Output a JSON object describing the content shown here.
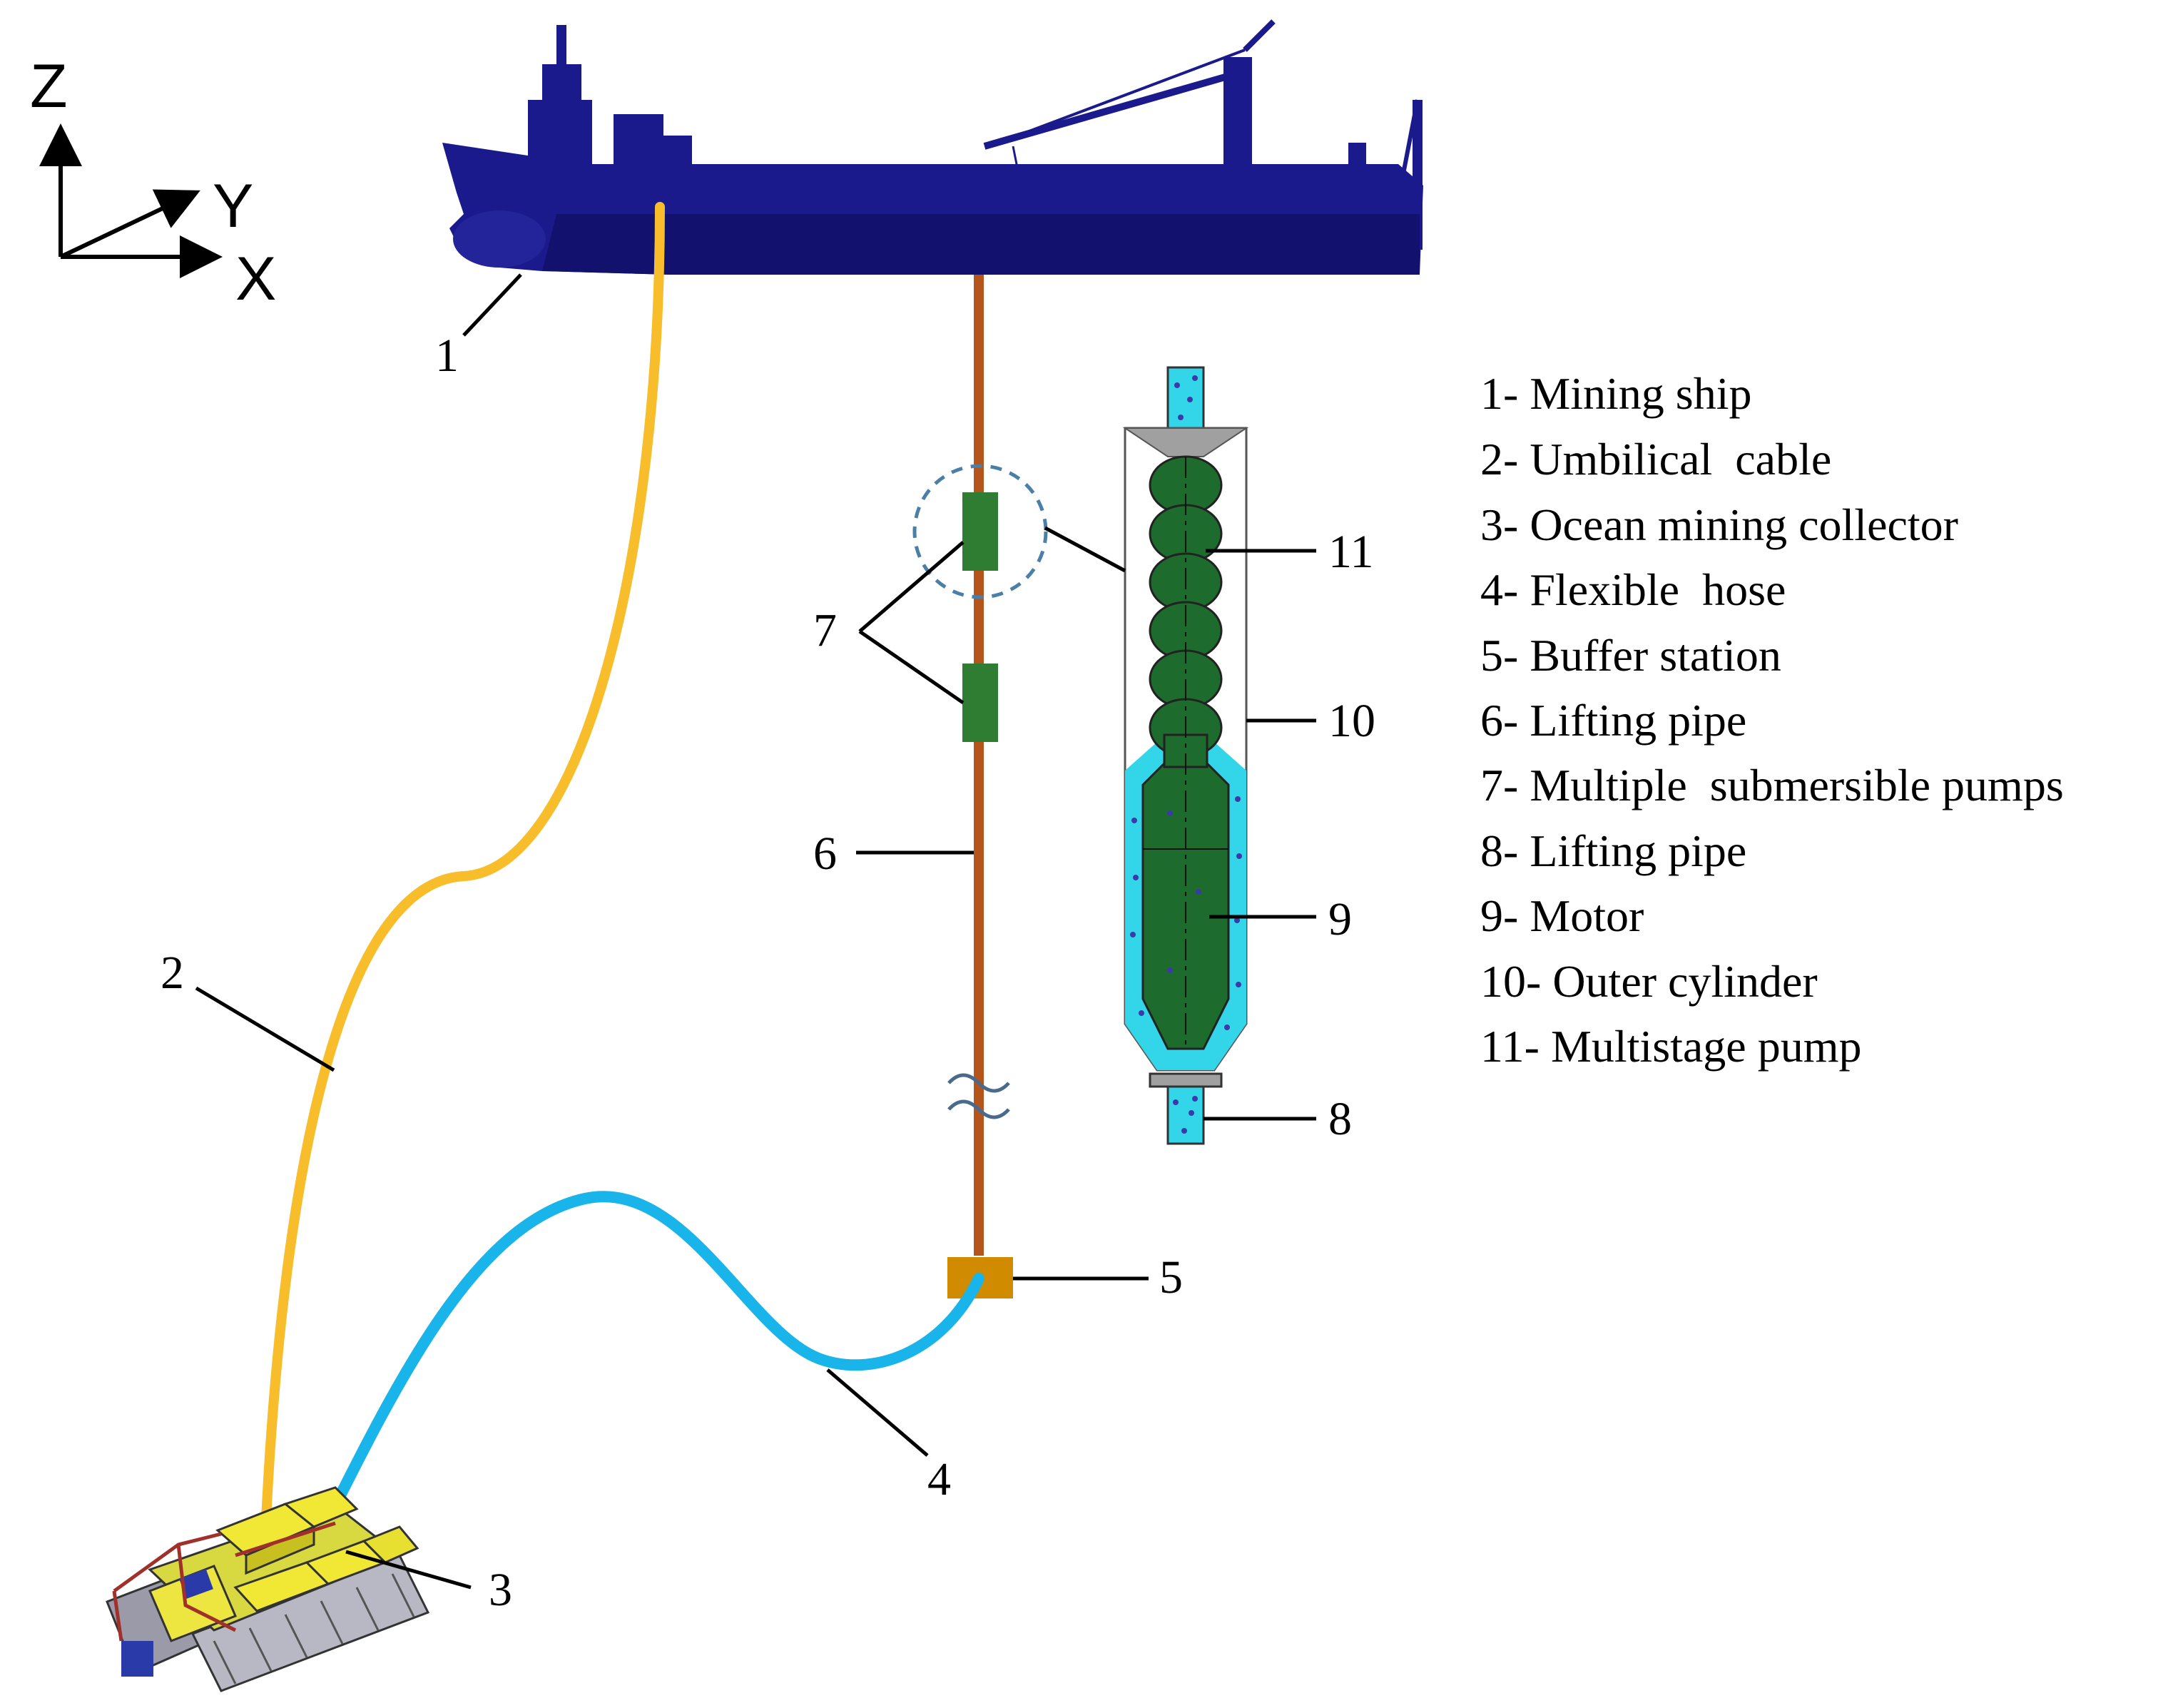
{
  "axes": {
    "z_label": "Z",
    "y_label": "Y",
    "x_label": "X"
  },
  "callouts": {
    "c1": "1",
    "c2": "2",
    "c3": "3",
    "c4": "4",
    "c5": "5",
    "c6": "6",
    "c7": "7",
    "c8": "8",
    "c9": "9",
    "c10": "10",
    "c11": "11"
  },
  "legend": [
    "1- Mining ship",
    "2- Umbilical  cable",
    "3- Ocean mining collector",
    "4- Flexible  hose",
    "5- Buffer station",
    "6- Lifting pipe",
    "7- Multiple  submersible pumps",
    "8- Lifting pipe",
    "9- Motor",
    "10- Outer cylinder",
    "11- Multistage pump"
  ],
  "colors": {
    "ship": "#1a1a8c",
    "umbilical_cable": "#f7bd2a",
    "flexible_hose": "#19b4ea",
    "lifting_pipe": "#b5541b",
    "pump": "#2e7d32",
    "pump_dark": "#1e6b2e",
    "buffer_station": "#d18b00",
    "water": "#33d6e8",
    "collector": "#f0e834",
    "dashed_circle": "#4a7fa8"
  }
}
